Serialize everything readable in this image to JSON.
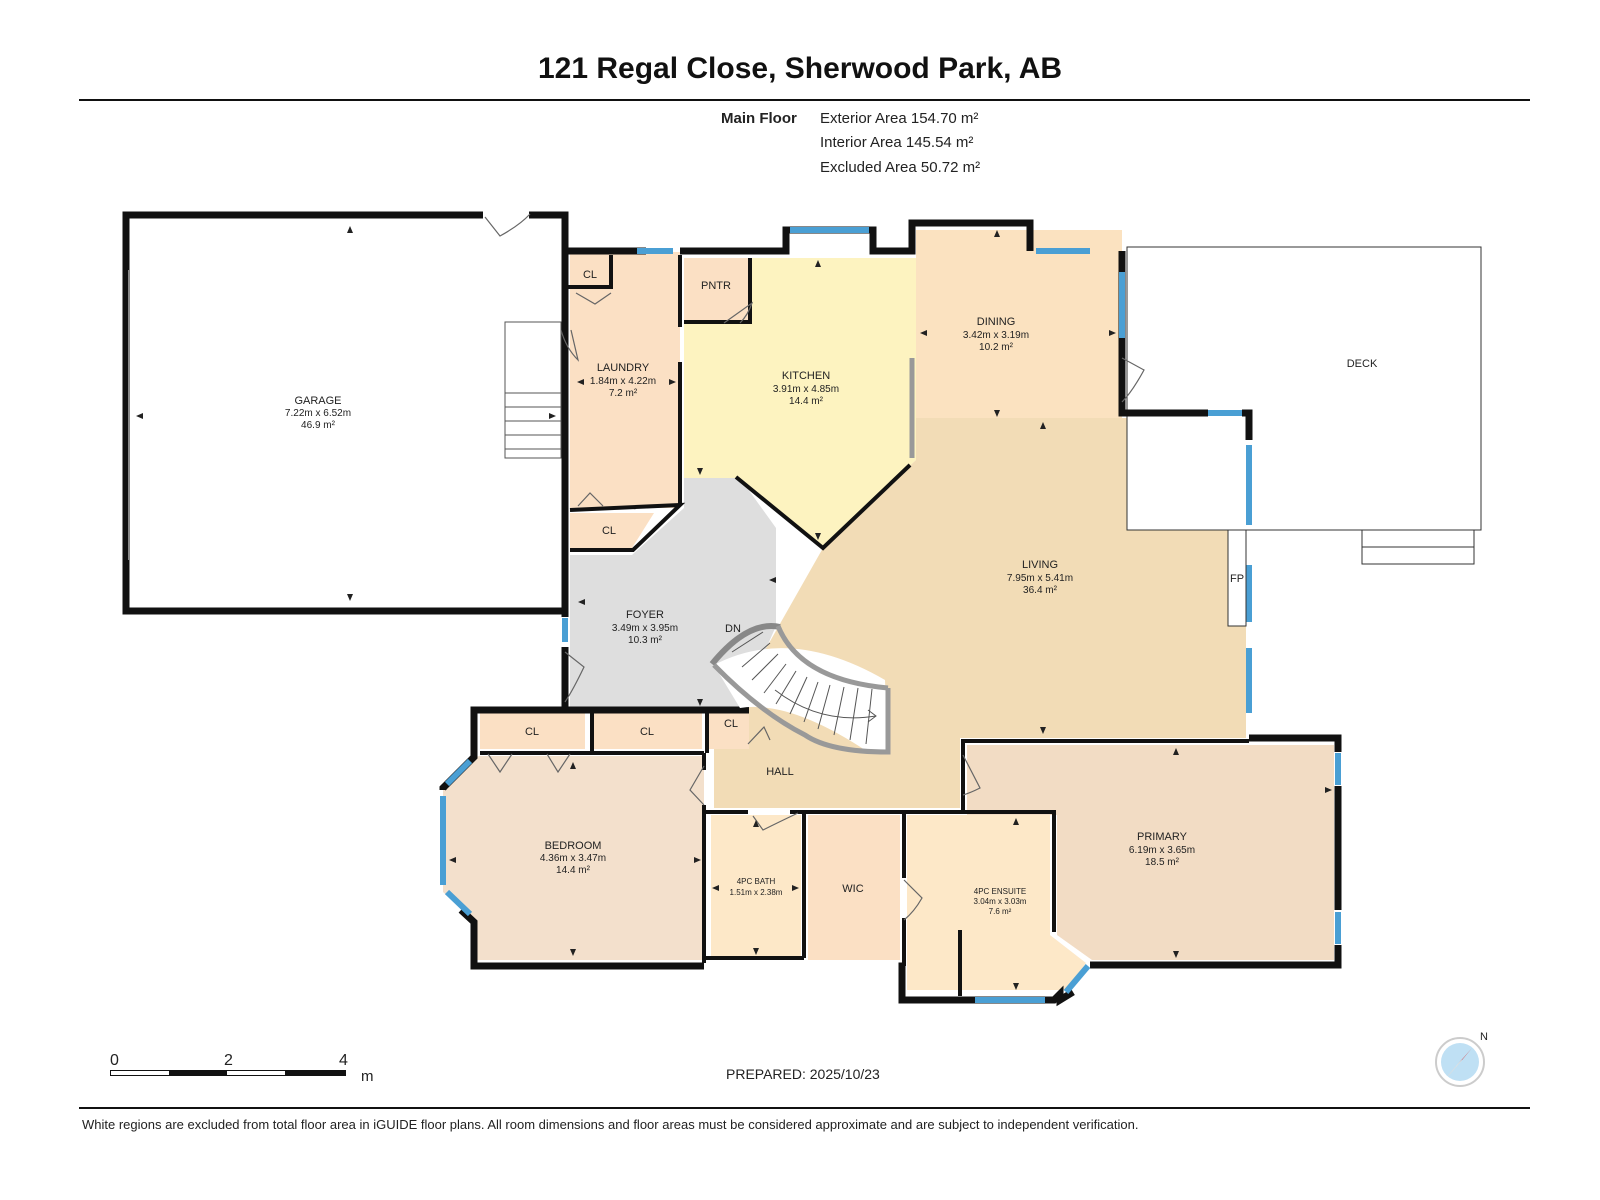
{
  "title": "121 Regal Close, Sherwood Park, AB",
  "floor": {
    "label": "Main Floor",
    "exterior_area": "Exterior Area 154.70 m²",
    "interior_area": "Interior Area 145.54 m²",
    "excluded_area": "Excluded Area 50.72 m²"
  },
  "rooms": {
    "garage": {
      "name": "GARAGE",
      "dims": "7.22m x 6.52m",
      "area": "46.9 m²"
    },
    "laundry": {
      "name": "LAUNDRY",
      "dims": "1.84m x 4.22m",
      "area": "7.2 m²"
    },
    "kitchen": {
      "name": "KITCHEN",
      "dims": "3.91m x 4.85m",
      "area": "14.4 m²"
    },
    "dining": {
      "name": "DINING",
      "dims": "3.42m x 3.19m",
      "area": "10.2 m²"
    },
    "deck": {
      "name": "DECK"
    },
    "living": {
      "name": "LIVING",
      "dims": "7.95m x 5.41m",
      "area": "36.4 m²"
    },
    "foyer": {
      "name": "FOYER",
      "dims": "3.49m x 3.95m",
      "area": "10.3 m²"
    },
    "pantry": {
      "name": "PNTR"
    },
    "closets": [
      "CL",
      "CL",
      "CL",
      "CL",
      "CL"
    ],
    "hall": {
      "name": "HALL"
    },
    "stairs_label": "DN",
    "fireplace_label": "FP",
    "bedroom": {
      "name": "BEDROOM",
      "dims": "4.36m x 3.47m",
      "area": "14.4 m²"
    },
    "bath": {
      "name": "4PC BATH",
      "dims": "1.51m x 2.38m"
    },
    "wic": {
      "name": "WIC"
    },
    "ensuite": {
      "name": "4PC ENSUITE",
      "dims": "3.04m x 3.03m",
      "area": "7.6 m²"
    },
    "primary": {
      "name": "PRIMARY",
      "dims": "6.19m x 3.65m",
      "area": "18.5 m²"
    }
  },
  "colors": {
    "wall": "#111111",
    "window": "#4a9fd4",
    "garage_fill": "#ffffff",
    "laundry_fill": "#fbe0c4",
    "kitchen_fill": "#fdf3c0",
    "dining_fill": "#fbe2c0",
    "living_fill": "#f2dcb6",
    "foyer_fill": "#dedede",
    "bedroom_fill": "#f3e0cc",
    "wet_fill": "#fde8c8",
    "wic_fill": "#fbe0c4"
  },
  "scale": {
    "ticks": [
      "0",
      "2",
      "4"
    ],
    "unit": "m"
  },
  "prepared": "PREPARED: 2025/10/23",
  "compass": {
    "label": "N",
    "icon": "compass-icon"
  },
  "footnote": "White regions are excluded from total floor area in iGUIDE floor plans. All room dimensions and floor areas must be considered approximate and are subject to independent verification."
}
